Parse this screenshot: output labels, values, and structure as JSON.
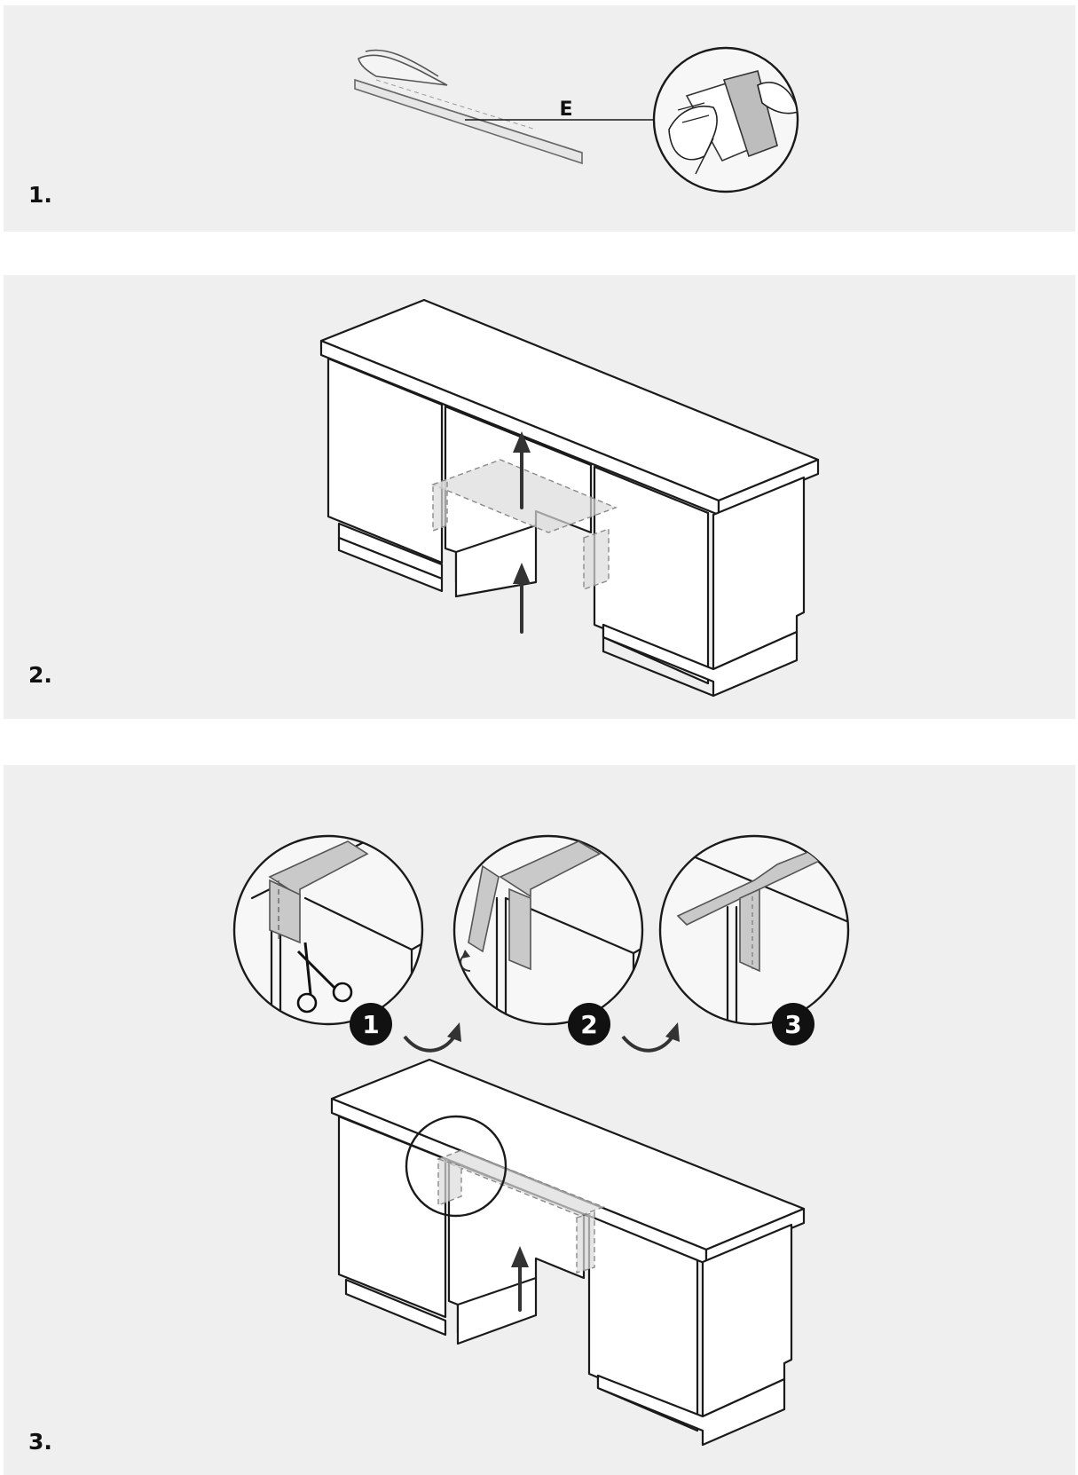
{
  "steps": [
    {
      "number": "1.",
      "label_e": "E"
    },
    {
      "number": "2."
    },
    {
      "number": "3.",
      "substeps": [
        "1",
        "2",
        "3"
      ]
    }
  ]
}
